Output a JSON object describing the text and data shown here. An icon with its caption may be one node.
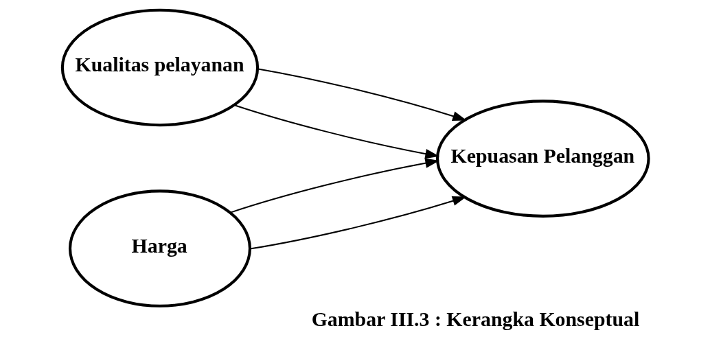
{
  "diagram": {
    "caption": "Gambar III.3 : Kerangka Konseptual",
    "nodes": [
      {
        "text": [
          "Kualitas pelayanan"
        ]
      },
      {
        "text": [
          "Harga"
        ]
      },
      {
        "text": [
          "Kepuasan Pelanggan"
        ]
      }
    ],
    "edges": [
      {
        "from": 0,
        "to": 2,
        "arrow": "to"
      },
      {
        "from": 0,
        "to": 2,
        "arrow": "to"
      },
      {
        "from": 1,
        "to": 2,
        "arrow": "to"
      },
      {
        "from": 1,
        "to": 2,
        "arrow": "to"
      }
    ]
  }
}
